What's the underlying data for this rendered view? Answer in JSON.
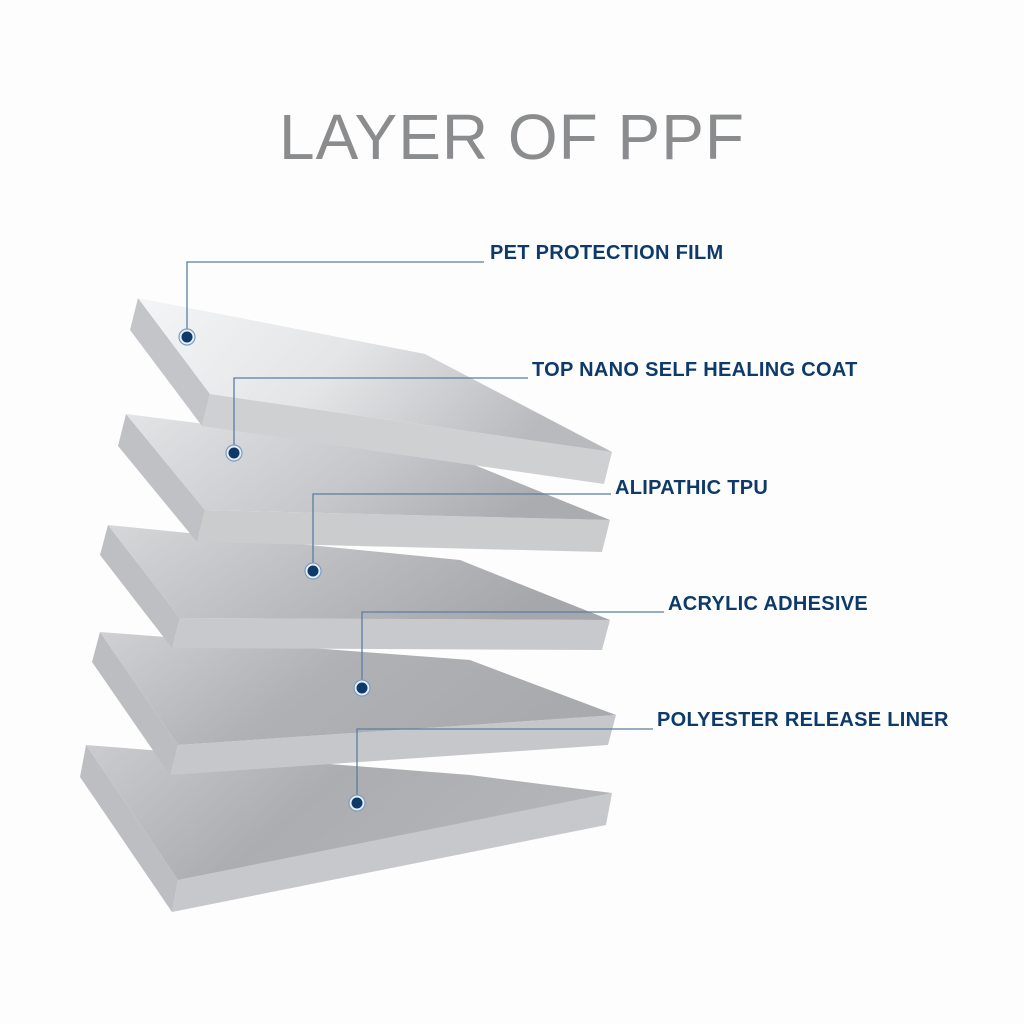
{
  "title": "LAYER OF PPF",
  "colors": {
    "label": "#0e3a6a",
    "leader": "#5b7da3",
    "title": "#8b8c8e"
  },
  "layers": [
    {
      "label": "PET PROTECTION FILM"
    },
    {
      "label": "TOP NANO SELF HEALING COAT"
    },
    {
      "label": "ALIPATHIC TPU"
    },
    {
      "label": "ACRYLIC ADHESIVE"
    },
    {
      "label": "POLYESTER RELEASE LINER"
    }
  ]
}
